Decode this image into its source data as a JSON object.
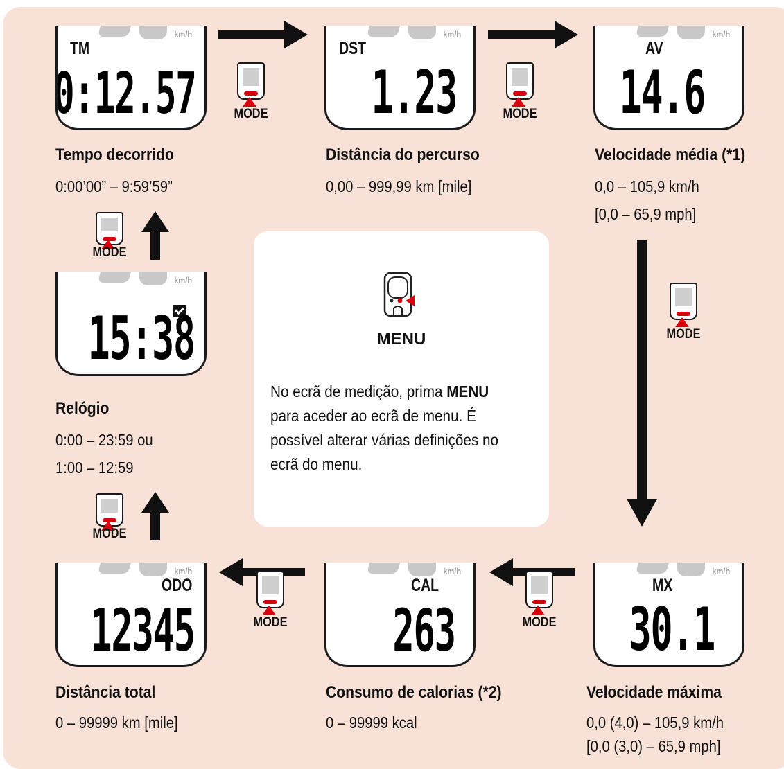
{
  "units_label": "km/h",
  "button_label": "MODE",
  "screens": {
    "tm": {
      "mode": "TM",
      "digits": "0:12.57"
    },
    "dst": {
      "mode": "DST",
      "digits": "1.23"
    },
    "av": {
      "mode": "AV",
      "digits": "14.6"
    },
    "clock": {
      "mode": "",
      "digits": "15:38"
    },
    "odo": {
      "mode": "ODO",
      "digits": "12345"
    },
    "cal": {
      "mode": "CAL",
      "digits": "263"
    },
    "mx": {
      "mode": "MX",
      "digits": "30.1"
    }
  },
  "captions": {
    "tm": {
      "title": "Tempo decorrido",
      "lines": [
        "0:00’00” – 9:59’59”"
      ]
    },
    "dst": {
      "title": "Distância do percurso",
      "lines": [
        "0,00 – 999,99 km [mile]"
      ]
    },
    "av": {
      "title": "Velocidade média (*1)",
      "lines": [
        "0,0 – 105,9 km/h",
        "[0,0 – 65,9 mph]"
      ]
    },
    "clock": {
      "title": "Relógio",
      "lines": [
        "0:00 – 23:59 ou",
        "1:00 – 12:59"
      ]
    },
    "odo": {
      "title": "Distância total",
      "lines": [
        "0 – 99999 km [mile]"
      ]
    },
    "cal": {
      "title": "Consumo de calorias (*2)",
      "lines": [
        "0 – 99999 kcal"
      ]
    },
    "mx": {
      "title": "Velocidade máxima",
      "lines": [
        "0,0 (4,0) – 105,9 km/h",
        "[0,0 (3,0) – 65,9 mph]"
      ]
    }
  },
  "menu": {
    "label": "MENU",
    "text_before": "No ecrã de medição, prima ",
    "text_bold": "MENU",
    "text_after": " para aceder ao ecrã de menu. É possível alterar várias definições no ecrã do menu."
  },
  "colors": {
    "background": "#f8e1d6",
    "accent_red": "#d7000f",
    "segment_gray": "#c8c8c8"
  }
}
